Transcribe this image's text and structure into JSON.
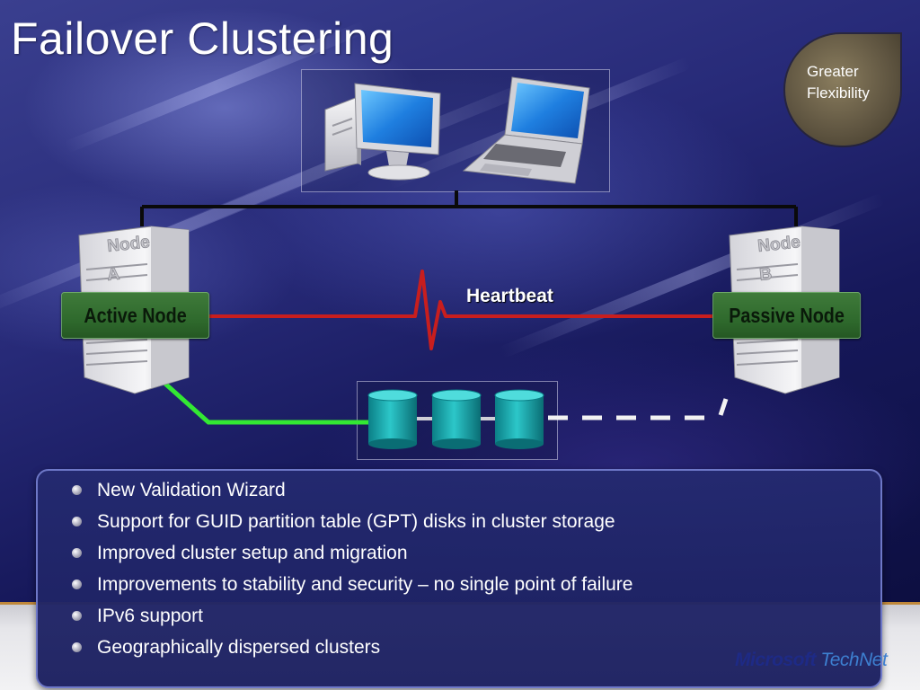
{
  "slide": {
    "title": "Failover Clustering",
    "badge": {
      "line1": "Greater",
      "line2": "Flexibility"
    },
    "nodes": {
      "left": {
        "icon_label": "Node",
        "icon_letter": "A",
        "status_label": "Active Node"
      },
      "right": {
        "icon_label": "Node",
        "icon_letter": "B",
        "status_label": "Passive Node"
      }
    },
    "heartbeat_label": "Heartbeat",
    "bullets": [
      "New Validation Wizard",
      "Support for GUID partition table (GPT) disks in cluster storage",
      "Improved cluster setup and migration",
      "Improvements to stability and security – no single point of failure",
      "IPv6 support",
      "Geographically dispersed clusters"
    ],
    "logo": {
      "brand": "Microsoft",
      "product": "TechNet"
    }
  },
  "colors": {
    "heartbeat_line": "#c81e1e",
    "active_link": "#33e833",
    "passive_link": "#f2f2f2",
    "node_label_bg": "#2f6a2d",
    "disk": "#16a3a8",
    "badge_bg": "#6a5f48"
  },
  "icons": [
    "desktop-computer-icon",
    "laptop-icon",
    "server-icon",
    "disk-cylinder-icon",
    "bullet-dot-icon"
  ]
}
